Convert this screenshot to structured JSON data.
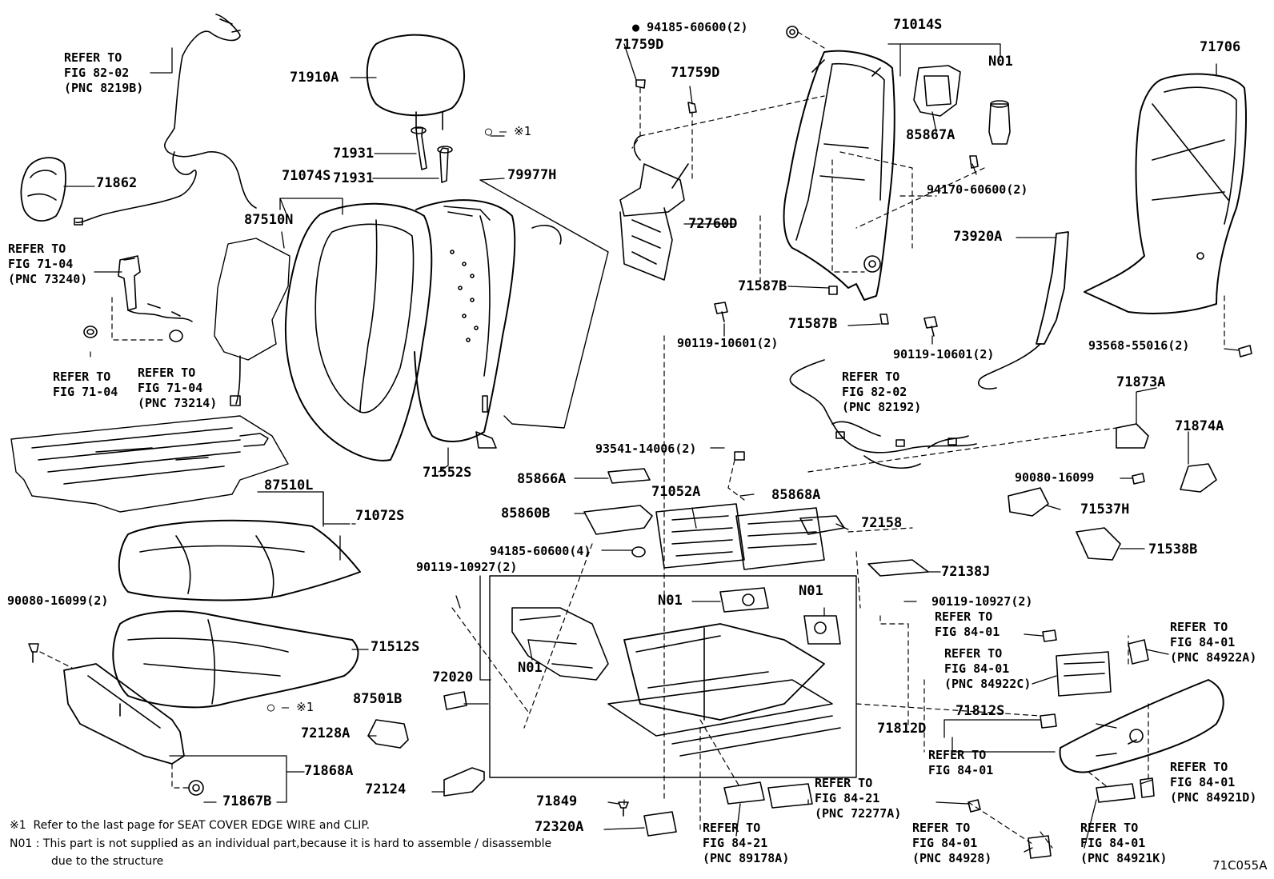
{
  "parts": {
    "p71910A": "71910A",
    "p71931a": "71931",
    "p71931b": "71931",
    "p71074S": "71074S",
    "p87510N": "87510N",
    "p79977H": "79977H",
    "p71862": "71862",
    "p71552S": "71552S",
    "p87510L": "87510L",
    "p71072S": "71072S",
    "p71512S": "71512S",
    "p90080_16099_2": "90080-16099(2)",
    "p72020": "72020",
    "p87501B": "87501B",
    "p72128A": "72128A",
    "p71868A": "71868A",
    "p72124": "72124",
    "p71867B": "71867B",
    "p71849": "71849",
    "p72320A": "72320A",
    "p94185_60600_2": "94185-60600(2)",
    "p71759D_a": "71759D",
    "p71759D_b": "71759D",
    "p72760D": "72760D",
    "p71014S": "71014S",
    "pN01_a": "N01",
    "p85867A": "85867A",
    "p94170_60600_2": "94170-60600(2)",
    "p73920A": "73920A",
    "p71706": "71706",
    "p71587B_a": "71587B",
    "p71587B_b": "71587B",
    "p90119_10601_a": "90119-10601(2)",
    "p90119_10601_b": "90119-10601(2)",
    "p93568_55016_2": "93568-55016(2)",
    "p71873A": "71873A",
    "p71874A": "71874A",
    "p90080_16099": "90080-16099",
    "p93541_14006_2": "93541-14006(2)",
    "p85866A": "85866A",
    "p71052A": "71052A",
    "p85868A": "85868A",
    "p85860B": "85860B",
    "p72158": "72158",
    "p71537H": "71537H",
    "p71538B": "71538B",
    "p94185_60600_4": "94185-60600(4)",
    "p90119_10927_2a": "90119-10927(2)",
    "p90119_10927_2b": "90119-10927(2)",
    "p72138J": "72138J",
    "pN01_b": "N01",
    "pN01_c": "N01",
    "pN01_d": "N01",
    "p71812S": "71812S",
    "p71812D": "71812D",
    "x1a": "※1",
    "x1b": "※1"
  },
  "refs": {
    "r1": "REFER TO\nFIG 82-02\n(PNC 8219B)",
    "r2": "REFER TO\nFIG 71-04\n(PNC 73240)",
    "r3": "REFER TO\nFIG 71-04",
    "r4": "REFER TO\nFIG 71-04\n(PNC 73214)",
    "r5": "REFER TO\nFIG 82-02\n(PNC 82192)",
    "r6": "REFER TO\nFIG 84-01",
    "r7": "REFER TO\nFIG 84-01\n(PNC 84922C)",
    "r8": "REFER TO\nFIG 84-01\n(PNC 84922A)",
    "r9": "REFER TO\nFIG 84-01",
    "r10": "REFER TO\nFIG 84-01\n(PNC 84921D)",
    "r11": "REFER TO\nFIG 84-21\n(PNC 72277A)",
    "r12": "REFER TO\nFIG 84-21\n(PNC 89178A)",
    "r13": "REFER TO\nFIG 84-01\n(PNC 84928)",
    "r14": "REFER TO\nFIG 84-01\n(PNC 84921K)"
  },
  "notes": {
    "n1": "※1  Refer to the last page for SEAT COVER EDGE WIRE and CLIP.",
    "n2": "N01 : This part is not supplied as an individual part,because it is hard to assemble / disassemble",
    "n3": "due to the structure"
  },
  "figure_code": "71C055A"
}
